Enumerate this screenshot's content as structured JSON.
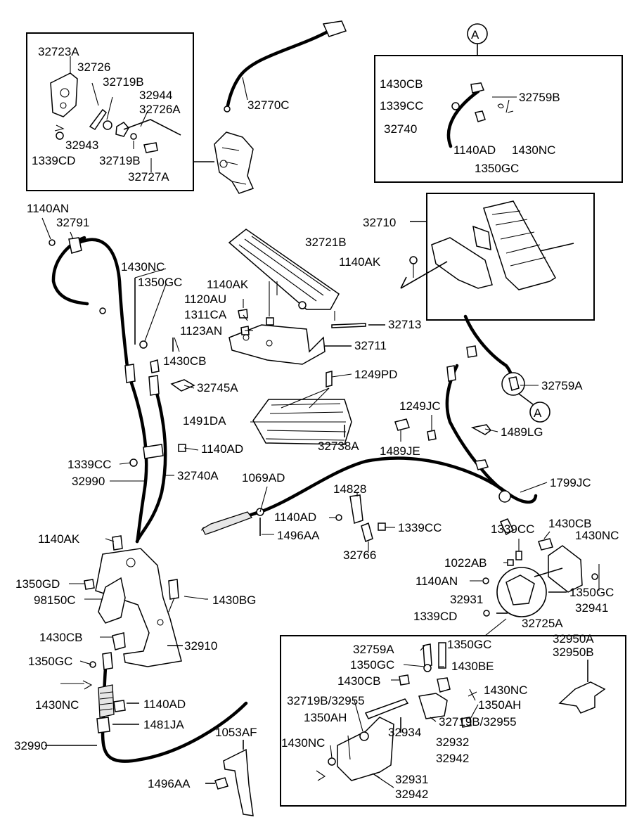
{
  "callout": "A",
  "parts": {
    "p32723A": "32723A",
    "p32726": "32726",
    "p32719B_1": "32719B",
    "p32944": "32944",
    "p32726A": "32726A",
    "p32943": "32943",
    "p1339CD_1": "1339CD",
    "p32719B_2": "32719B",
    "p32727A": "32727A",
    "p32770C": "32770C",
    "p1430CB_A": "1430CB",
    "p32759B": "32759B",
    "p1339CC_A": "1339CC",
    "p32740": "32740",
    "p1140AD_A": "1140AD",
    "p1430NC_A": "1430NC",
    "p1350GC_A": "1350GC",
    "p1140AN": "1140AN",
    "p32791": "32791",
    "p32710": "32710",
    "p32721B": "32721B",
    "p1140AK_1": "1140AK",
    "p1430NC_1": "1430NC",
    "p1350GC_1": "1350GC",
    "p1140AK_2": "1140AK",
    "p1120AU": "1120AU",
    "p1311CA": "1311CA",
    "p1123AN": "1123AN",
    "p32713": "32713",
    "p32711": "32711",
    "p1430CB_1": "1430CB",
    "p1249PD": "1249PD",
    "p32759A_1": "32759A",
    "p32745A": "32745A",
    "p1249JC": "1249JC",
    "p1491DA": "1491DA",
    "p32738A": "32738A",
    "p1489LG": "1489LG",
    "p1489JE": "1489JE",
    "p1140AD_1": "1140AD",
    "p1339CC_1": "1339CC",
    "p1799JC": "1799JC",
    "p32990_1": "32990",
    "p32740A": "32740A",
    "p1069AD": "1069AD",
    "p14828": "14828",
    "p1140AD_2": "1140AD",
    "p1339CC_2": "1339CC",
    "p1496AA_1": "1496AA",
    "p32766": "32766",
    "p1140AK_3": "1140AK",
    "p1339CC_3": "1339CC",
    "p1430CB_2": "1430CB",
    "p1430NC_2": "1430NC",
    "p1022AB": "1022AB",
    "p1350GD": "1350GD",
    "p98150C": "98150C",
    "p1430BG": "1430BG",
    "p1140AN_2": "1140AN",
    "p1350GC_2": "1350GC",
    "p32931_1": "32931",
    "p32941": "32941",
    "p1339CD_2": "1339CD",
    "p32725A": "32725A",
    "p1430CB_3": "1430CB",
    "p32910": "32910",
    "p32950A": "32950A",
    "p32950B": "32950B",
    "p1350GC_3": "1350GC",
    "p1430NC_3": "1430NC",
    "p32759A_2": "32759A",
    "p1350GC_4": "1350GC",
    "p1350GC_5": "1350GC",
    "p1430BE": "1430BE",
    "p1430CB_4": "1430CB",
    "p1430NC_4": "1430NC",
    "p1350AH_1": "1350AH",
    "p32719B_32955_1": "32719B/32955",
    "p1140AD_3": "1140AD",
    "p1350AH_2": "1350AH",
    "p32719B_32955_2": "32719B/32955",
    "p1481JA": "1481JA",
    "p32934": "32934",
    "p32932": "32932",
    "p32942_1": "32942",
    "p32990_2": "32990",
    "p1053AF": "1053AF",
    "p1430NC_5": "1430NC",
    "p32931_2": "32931",
    "p32942_2": "32942",
    "p1496AA_2": "1496AA"
  }
}
